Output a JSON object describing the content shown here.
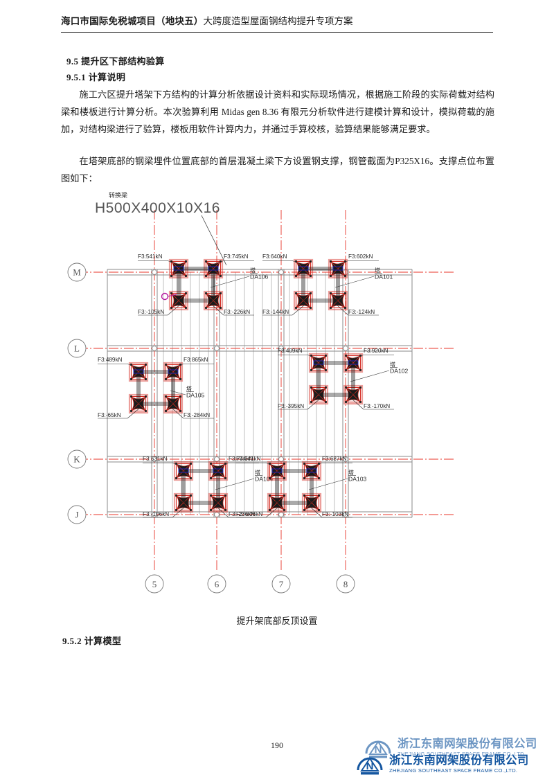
{
  "header": {
    "title_bold": "海口市国际免税城项目（地块五）",
    "title_rest": "大跨度造型屋面钢结构提升专项方案"
  },
  "sections": {
    "s95": "9.5  提升区下部结构验算",
    "s951": "9.5.1  计算说明",
    "s952": "9.5.2  计算模型"
  },
  "paragraphs": {
    "p1": "施工六区提升塔架下方结构的计算分析依据设计资料和实际现场情况，根据施工阶段的实际荷载对结构梁和楼板进行计算分析。本次验算利用 Midas gen 8.36 有限元分析软件进行建模计算和设计，模拟荷载的施加，对结构梁进行了验算，楼板用软件计算内力，并通过手算校核，验算结果能够满足要求。",
    "p2": "在塔架底部的钢梁埋件位置底部的首层混凝土梁下方设置钢支撑，钢管截面为P325X16。支撑点位布置图如下："
  },
  "figure": {
    "caption": "提升架底部反顶设置",
    "callout": {
      "label_cn": "转换梁",
      "section": "H500X400X10X16"
    },
    "grid": {
      "horizontal_labels": [
        "M",
        "L",
        "K",
        "J"
      ],
      "vertical_labels": [
        "5",
        "6",
        "7",
        "8"
      ]
    },
    "towers": [
      {
        "id": "DA106",
        "tag_cn": "塔",
        "forces": {
          "top_left": "F3:541kN",
          "top_right": "F3:745kN",
          "bottom_left": "F3:-105kN",
          "bottom_right": "F3:-226kN"
        }
      },
      {
        "id": "DA101",
        "tag_cn": "塔",
        "forces": {
          "top_left": "F3:640kN",
          "top_right": "F3:602kN",
          "bottom_left": "F3:-144kN",
          "bottom_right": "F3:-124kN"
        }
      },
      {
        "id": "DA105",
        "tag_cn": "塔",
        "forces": {
          "top_left": "F3:489kN",
          "top_right": "F3:865kN",
          "bottom_left": "F3:-65kN",
          "bottom_right": "F3:-284kN"
        }
      },
      {
        "id": "DA102",
        "tag_cn": "塔",
        "forces": {
          "top_left": "F3:409kN",
          "top_right": "F3:920kN",
          "bottom_left": "F3:-395kN",
          "bottom_right": "F3:-170kN"
        }
      },
      {
        "id": "DA104",
        "tag_cn": "塔",
        "forces": {
          "top_left": "F3:531kN",
          "top_right": "F3:744kN",
          "bottom_left": "F3:-106kN",
          "bottom_right": "F3:-236kN"
        }
      },
      {
        "id": "DA103",
        "tag_cn": "塔",
        "forces": {
          "top_left": "F3:641kN",
          "top_right": "F3:687kN",
          "bottom_left": "F3:-806kN",
          "bottom_right": "F3:-103kN"
        }
      }
    ],
    "colors": {
      "grid_line": "#e8342a",
      "structure_line": "#8a8a8a",
      "brace_red": "#d42b22",
      "brace_dark": "#1b1b1b",
      "annotation": "#2a2a2a",
      "blue_accent": "#2026c8",
      "magenta_accent": "#b5179e"
    }
  },
  "footer": {
    "page_number": "190",
    "company_cn": "浙江东南网架股份有限公司",
    "company_en": "ZHEJIANG SOUTHEAST SPACE FRAME CO.,LTD.",
    "logo_cn_small": "东南",
    "logo_letter": "N",
    "logo_color": "#1456a0"
  }
}
